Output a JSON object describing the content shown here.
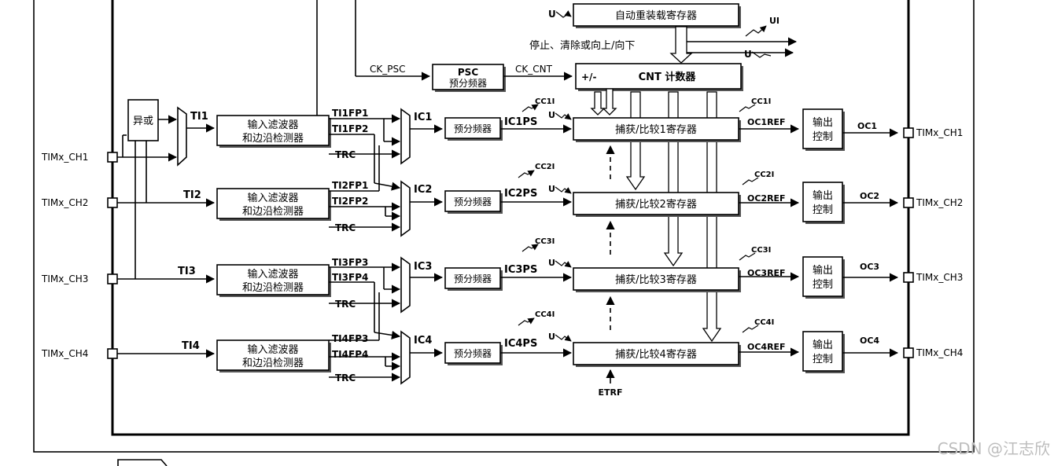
{
  "top": {
    "auto_reload_register": "自动重装载寄存器",
    "u_reload": "U",
    "ui": "UI",
    "u_right": "U",
    "stop_clear": "停止、清除或向上/向下",
    "ck_psc": "CK_PSC",
    "psc_title": "PSC",
    "psc_sub": "预分频器",
    "ck_cnt": "CK_CNT",
    "cnt_plusminus": "+/-",
    "cnt_label": "CNT 计数器"
  },
  "input_side": {
    "xor": "异或",
    "ti1": "TI1",
    "ti2": "TI2",
    "ti3": "TI3",
    "ti4": "TI4",
    "pins": [
      "TIMx_CH1",
      "TIMx_CH2",
      "TIMx_CH3",
      "TIMx_CH4"
    ],
    "filter_line1": "输入滤波器",
    "filter_line2": "和边沿检测器"
  },
  "channels": [
    {
      "fp_a": "TI1FP1",
      "fp_b": "TI1FP2",
      "trc": "TRC",
      "ic": "IC1",
      "prescaler": "预分频器",
      "icps": "IC1PS",
      "cci": "CC1I",
      "u": "U",
      "ccr": "捕获/比较1寄存器",
      "cc_out": "CC1I",
      "ocref": "OC1REF",
      "ctrl1": "输出",
      "ctrl2": "控制",
      "oc": "OC1",
      "pin_out": "TIMx_CH1"
    },
    {
      "fp_a": "TI2FP1",
      "fp_b": "TI2FP2",
      "trc": "TRC",
      "ic": "IC2",
      "prescaler": "预分频器",
      "icps": "IC2PS",
      "cci": "CC2I",
      "u": "U",
      "ccr": "捕获/比较2寄存器",
      "cc_out": "CC2I",
      "ocref": "OC2REF",
      "ctrl1": "输出",
      "ctrl2": "控制",
      "oc": "OC2",
      "pin_out": "TIMx_CH2"
    },
    {
      "fp_a": "TI3FP3",
      "fp_b": "TI3FP4",
      "trc": "TRC",
      "ic": "IC3",
      "prescaler": "预分频器",
      "icps": "IC3PS",
      "cci": "CC3I",
      "u": "U",
      "ccr": "捕获/比较3寄存器",
      "cc_out": "CC3I",
      "ocref": "OC3REF",
      "ctrl1": "输出",
      "ctrl2": "控制",
      "oc": "OC3",
      "pin_out": "TIMx_CH3"
    },
    {
      "fp_a": "TI4FP3",
      "fp_b": "TI4FP4",
      "trc": "TRC",
      "ic": "IC4",
      "prescaler": "预分频器",
      "icps": "IC4PS",
      "cci": "CC4I",
      "u": "U",
      "ccr": "捕获/比较4寄存器",
      "cc_out": "CC4I",
      "ocref": "OC4REF",
      "ctrl1": "输出",
      "ctrl2": "控制",
      "oc": "OC4",
      "pin_out": "TIMx_CH4"
    }
  ],
  "etrf": "ETRF",
  "watermark": "CSDN @江志欣"
}
